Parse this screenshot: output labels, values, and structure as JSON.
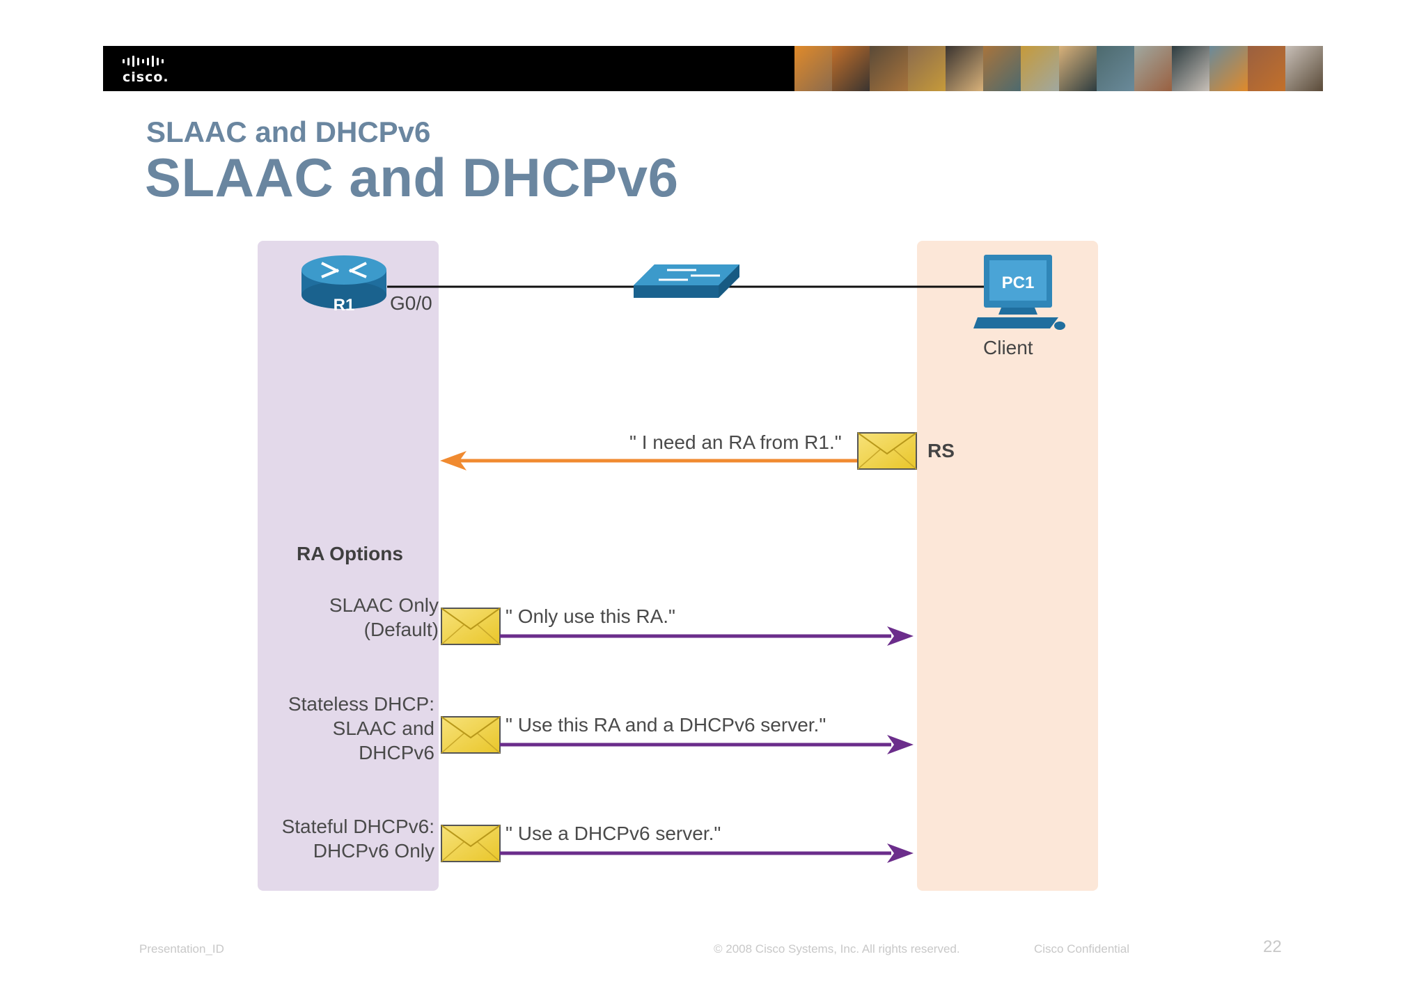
{
  "header": {
    "logo_text": "cisco.",
    "photo_colors": [
      "#e08a2a",
      "#c3702a",
      "#5a4a38",
      "#8b6b4d",
      "#3a3430",
      "#a8743c",
      "#c69a3a",
      "#d9b27a",
      "#4d6a6e",
      "#a0a8a0",
      "#2d3c40",
      "#6a8a9a",
      "#9a6040",
      "#c8c0b8"
    ]
  },
  "slide": {
    "subtitle": "SLAAC and DHCPv6",
    "title": "SLAAC and DHCPv6"
  },
  "diagram": {
    "router_label": "R1",
    "interface_label": "G0/0",
    "pc_label": "PC1",
    "client_label": "Client",
    "rs_message": "\" I need an RA from R1.\"",
    "rs_label": "RS",
    "ra_options_heading": "RA Options",
    "options": [
      {
        "label": [
          "SLAAC Only",
          "(Default)"
        ],
        "message": "\" Only use this RA.\""
      },
      {
        "label": [
          "Stateless DHCP:",
          "SLAAC and",
          "DHCPv6"
        ],
        "message": "\" Use this RA and a DHCPv6 server.\""
      },
      {
        "label": [
          "Stateful DHCPv6:",
          "DHCPv6 Only"
        ],
        "message": "\" Use a DHCPv6 server.\""
      }
    ],
    "colors": {
      "rs_arrow": "#f08a30",
      "ra_arrow": "#6b2d8b",
      "device_blue": "#2f86b8",
      "envelope": "#f3d64a",
      "left_panel": "#e3d9ea",
      "right_panel": "#fce7d8"
    }
  },
  "footer": {
    "presentation_id": "Presentation_ID",
    "copyright": "© 2008 Cisco Systems, Inc. All rights  reserved.",
    "confidential": "Cisco Confidential",
    "page_number": "22"
  }
}
